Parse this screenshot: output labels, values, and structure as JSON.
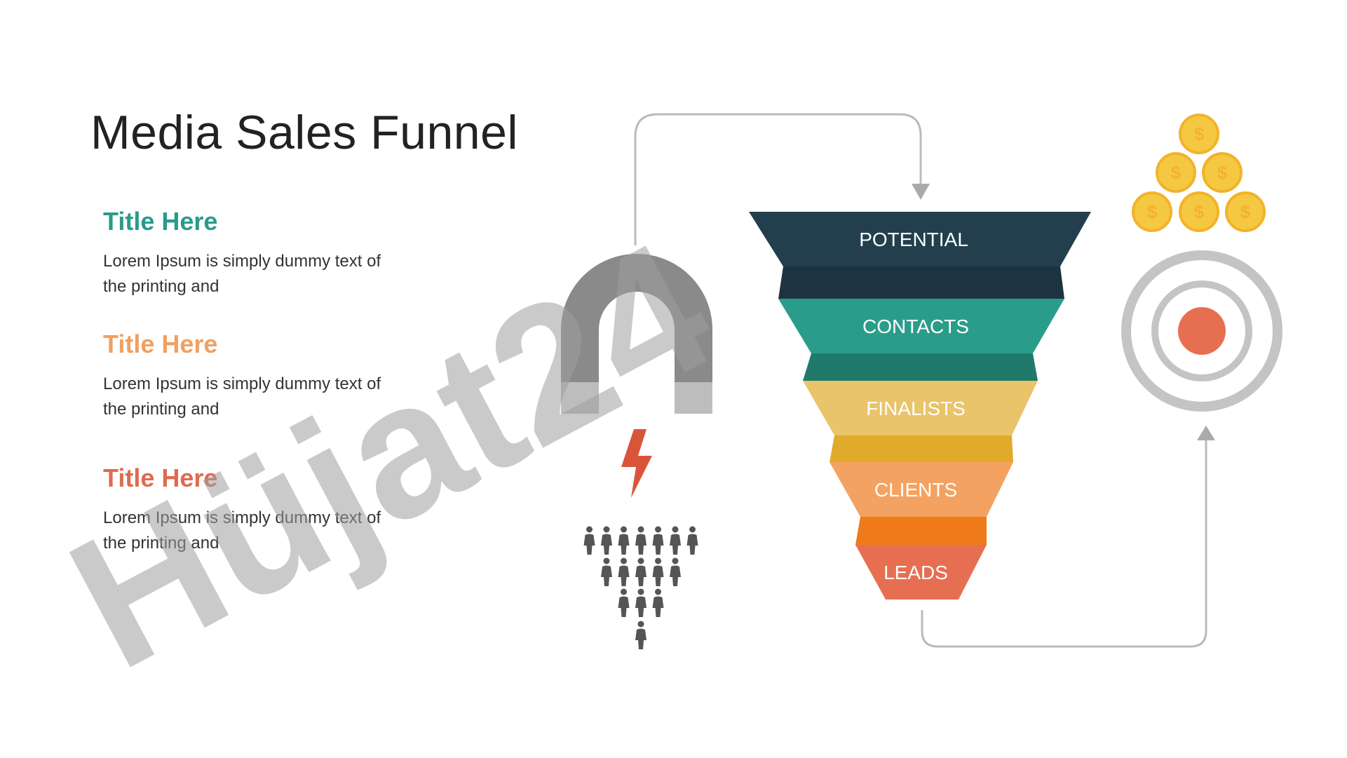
{
  "slide": {
    "title": "Media Sales Funnel",
    "watermark": "Hüjat24"
  },
  "blocks": [
    {
      "title": "Title Here",
      "body": "Lorem Ipsum is simply dummy text of the printing and",
      "color": "#2a9a8c"
    },
    {
      "title": "Title Here",
      "body": "Lorem Ipsum is simply dummy text of the printing and",
      "color": "#f0a060"
    },
    {
      "title": "Title Here",
      "body": "Lorem Ipsum is simply dummy text of the printing and",
      "color": "#e06a50"
    }
  ],
  "funnel": {
    "stages": [
      {
        "label": "POTENTIAL",
        "color": "#233f4e",
        "shadow": "#1c3340"
      },
      {
        "label": "CONTACTS",
        "color": "#2a9d8a",
        "shadow": "#1f7a6c"
      },
      {
        "label": "FINALISTS",
        "color": "#e9c46a",
        "shadow": "#e0aa2a"
      },
      {
        "label": "CLIENTS",
        "color": "#f4a261",
        "shadow": "#ef7a1a"
      },
      {
        "label": "LEADS",
        "color": "#e76f51",
        "shadow": "#d45a3e"
      }
    ]
  },
  "icons": {
    "magnet": "magnet-icon",
    "lightning": "lightning-icon",
    "people": "people-pyramid-icon",
    "coins": "coin-stack-icon",
    "coin_symbol": "$",
    "target": "target-icon"
  },
  "colors": {
    "magnet": "#8a8a8a",
    "lightning": "#d9553a",
    "people": "#555555",
    "coin": "#f5c842",
    "coin_edge": "#f2b32a",
    "target_ring": "#c4c4c4",
    "target_center": "#e76f51",
    "arrow": "#bbbbbb"
  }
}
